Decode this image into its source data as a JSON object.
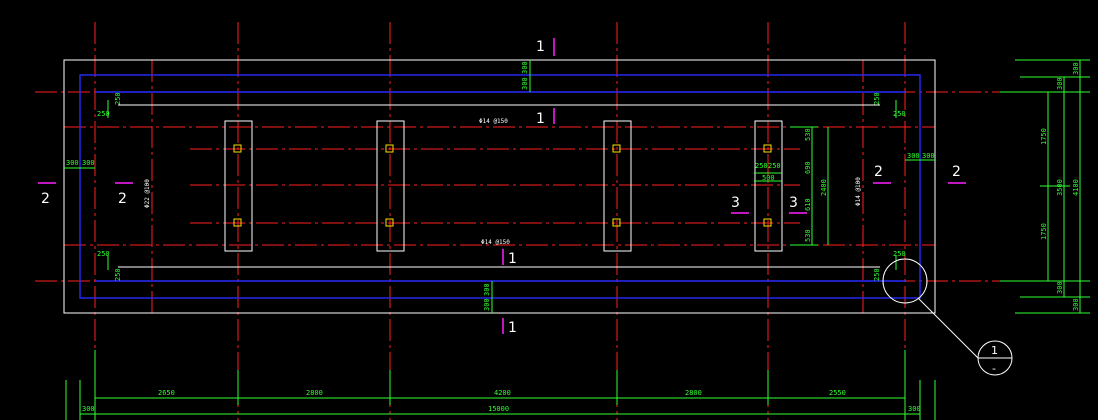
{
  "drawing": {
    "section_marks": {
      "one": "1",
      "two": "2",
      "three": "3"
    },
    "detail_bubble": {
      "top": "1",
      "bottom": "-"
    },
    "rebar": {
      "top": "Φ14 @150",
      "bottom": "Φ14 @150",
      "left_vertical": "Φ22 @100",
      "right_vertical": "Φ14 @100"
    },
    "bottom_dims": {
      "segments": [
        "2650",
        "2800",
        "4200",
        "2800",
        "2550"
      ],
      "total": "15000",
      "left_edge": "300",
      "right_edge": "300"
    },
    "right_dims": {
      "inner": [
        "300",
        "1750",
        "1750",
        "300"
      ],
      "middle": "3500",
      "outer": "4100",
      "outer_top": "300",
      "outer_bottom": "300"
    },
    "small_dims": {
      "top_300": "300",
      "top_300_b": "300",
      "bottom_300": "300",
      "bottom_300_b": "300",
      "d250": "250",
      "d300": "300",
      "d500": "500",
      "d530": "530",
      "d610": "610",
      "d690": "690",
      "d2400": "2400"
    }
  },
  "colors": {
    "background": "#000000",
    "outline": "#ffffff",
    "axis": "#ff2020",
    "dimension": "#2fff2f",
    "rebar": "#2020ff",
    "section": "#ff20ff"
  }
}
